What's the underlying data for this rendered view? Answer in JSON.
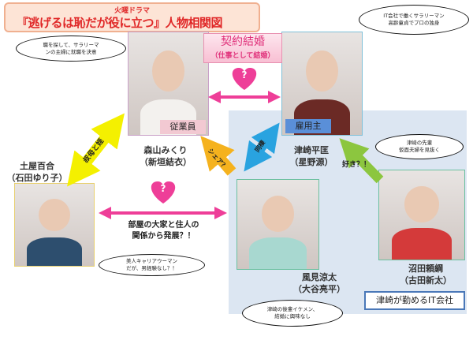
{
  "title": {
    "subtitle": "火曜ドラマ",
    "main": "『逃げるは恥だが役に立つ』人物相関図"
  },
  "contract": {
    "title": "契約結婚",
    "subtitle": "（仕事として結婚）"
  },
  "characters": [
    {
      "name": "森山みくり",
      "actor": "（新垣結衣）",
      "role": "従業員",
      "comment": [
        "職を探して、サラリーマ",
        "ンの主婦に就職を決意"
      ]
    },
    {
      "name": "津崎平匡",
      "actor": "（星野源）",
      "role": "雇用主",
      "comment": [
        "IT会社で働くサラリーマン",
        "高齢童貞でプロの独身"
      ]
    },
    {
      "name": "土屋百合",
      "actor": "（石田ゆり子）",
      "comment": [
        "美人キャリアウーマン",
        "だが、男経験なし？！"
      ]
    },
    {
      "name": "風見涼太",
      "actor": "（大谷亮平）",
      "comment": [
        "津崎の後輩イケメン、",
        "結婚に興味なし"
      ]
    },
    {
      "name": "沼田頼綱",
      "actor": "（古田新太）",
      "comment": [
        "津崎の先輩",
        "仮面夫婦を見抜く"
      ]
    }
  ],
  "relations": {
    "aunt_niece": "叔母と姪",
    "share": "シェア？",
    "cohabit": "同棲",
    "like": "好き？！",
    "landlord": [
      "部屋の大家と住人の",
      "関係から発展？！"
    ]
  },
  "heart_mark": "?",
  "company": "津崎が勤めるIT会社",
  "colors": {
    "pink": "#ee3e98",
    "yellow": "#f4f000",
    "orange": "#f5b21e",
    "blue": "#29a3e0",
    "green": "#8cc63f",
    "region": "#dce6f2"
  }
}
